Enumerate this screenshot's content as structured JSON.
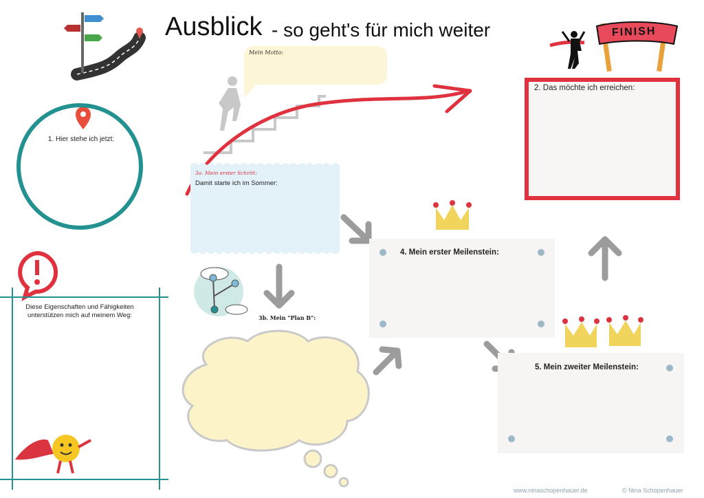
{
  "header": {
    "title": "Ausblick",
    "subtitle": "- so geht's für mich weiter"
  },
  "motto": {
    "label": "Mein Motto:"
  },
  "current_position": {
    "label": "1. Hier stehe ich jetzt:"
  },
  "goal": {
    "label": "2. Das möchte ich erreichen:"
  },
  "first_step": {
    "tag": "3a. Mein erster Schritt:",
    "label": "Damit starte ich im Sommer:"
  },
  "plan_b": {
    "label": "3b. Mein \"Plan B\":"
  },
  "milestone_1": {
    "label": "4. Mein erster Meilenstein:"
  },
  "milestone_2": {
    "label": "5. Mein zweiter Meilenstein:"
  },
  "strengths": {
    "label": "Diese Eigenschaften und Fähigkeiten unterstützen mich auf meinem Weg:"
  },
  "footer": {
    "url": "www.ninaschopenhauer.de",
    "copyright": "© Nina Schopenhauer"
  },
  "illustrations": {
    "finish_banner": "FINISH"
  },
  "colors": {
    "teal": "#23918f",
    "red": "#e0313f",
    "gray_arrow": "#9c9c9c",
    "crown_gold": "#f1d45c",
    "cloud": "#fcf3c9",
    "step_box": "#e3f1f8"
  },
  "icons": [
    "signpost-icon",
    "location-pin-icon",
    "alert-speech-icon",
    "finish-line-icon",
    "crown-icon",
    "superhero-emoji-icon",
    "plan-b-network-icon",
    "stairs-climber-icon"
  ]
}
